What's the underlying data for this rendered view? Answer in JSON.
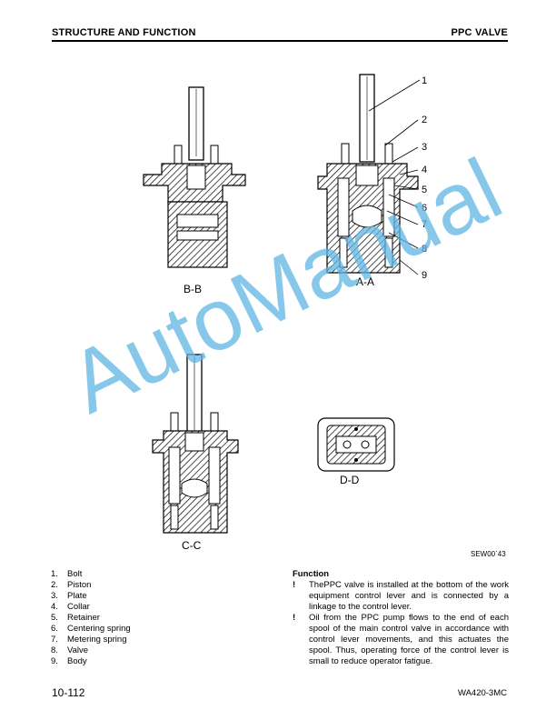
{
  "header": {
    "section": "STRUCTURE AND FUNCTION",
    "topic": "PPC VALVE"
  },
  "figure": {
    "views": {
      "bb": "B-B",
      "aa": "A-A",
      "cc": "C-C",
      "dd": "D-D"
    },
    "callouts": [
      "1",
      "2",
      "3",
      "4",
      "5",
      "6",
      "7",
      "8",
      "9"
    ],
    "drawing_code": "SEW00`43"
  },
  "watermark": "AutoManual",
  "parts": [
    {
      "num": "1.",
      "name": "Bolt"
    },
    {
      "num": "2.",
      "name": "Piston"
    },
    {
      "num": "3.",
      "name": "Plate"
    },
    {
      "num": "4.",
      "name": "Collar"
    },
    {
      "num": "5.",
      "name": "Retainer"
    },
    {
      "num": "6.",
      "name": "Centering spring"
    },
    {
      "num": "7.",
      "name": "Metering spring"
    },
    {
      "num": "8.",
      "name": "Valve"
    },
    {
      "num": "9.",
      "name": "Body"
    }
  ],
  "function": {
    "title": "Function",
    "bullet": "!",
    "items": [
      "ThePPC valve is installed at the bottom of the work equipment control lever and is connected by a linkage to the control lever.",
      "Oil from the PPC pump flows to the end of each spool of the main control valve in accordance with control lever movements, and this actuates the spool. Thus, operating force of the control lever is small to reduce operator fatigue."
    ]
  },
  "footer": {
    "page": "10-112",
    "model": "WA420-3MC"
  }
}
